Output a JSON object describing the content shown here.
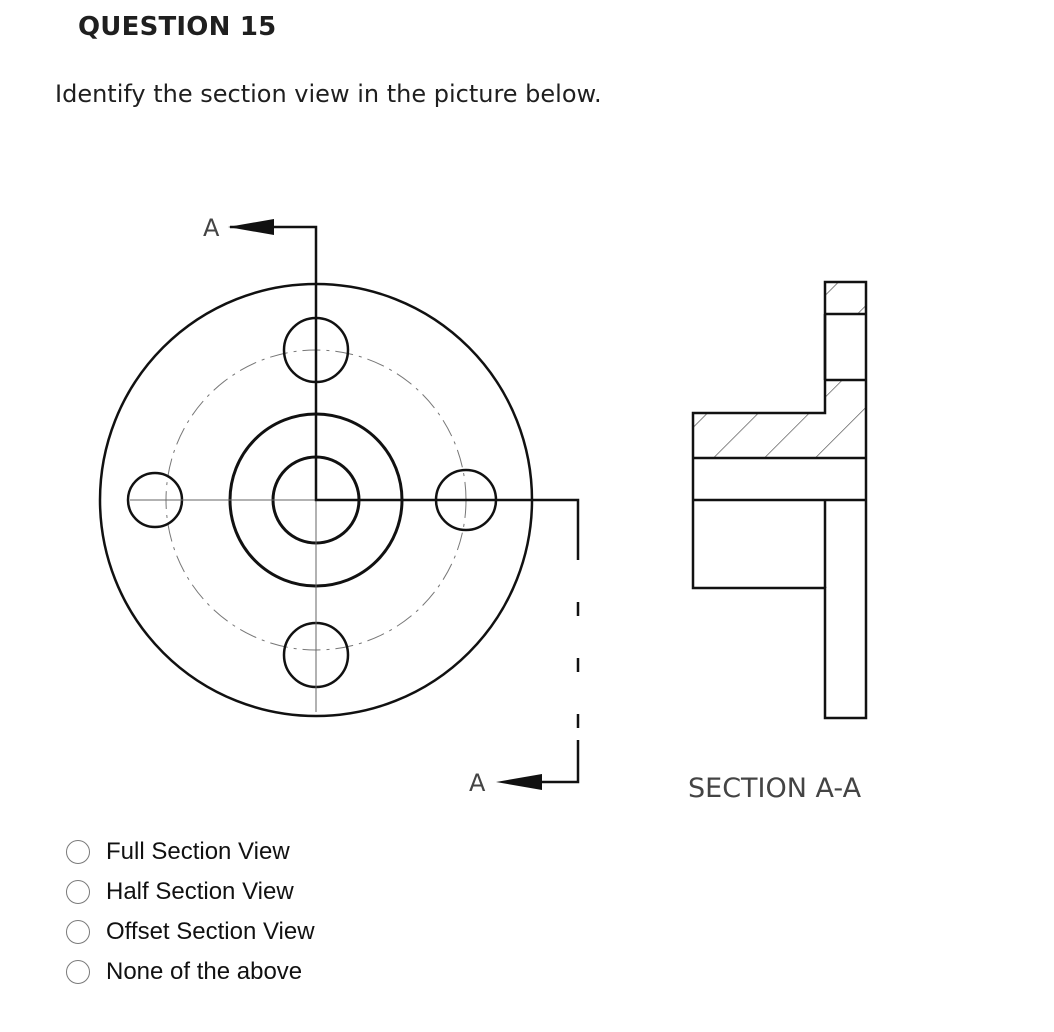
{
  "question": {
    "title": "QUESTION 15",
    "prompt": "Identify the section view in the picture below."
  },
  "drawing": {
    "cutting_plane_label_top": "A",
    "cutting_plane_label_bottom": "A",
    "section_caption": "SECTION A-A"
  },
  "options": [
    {
      "label": "Full Section View"
    },
    {
      "label": "Half Section View"
    },
    {
      "label": "Offset Section View"
    },
    {
      "label": "None of the above"
    }
  ]
}
